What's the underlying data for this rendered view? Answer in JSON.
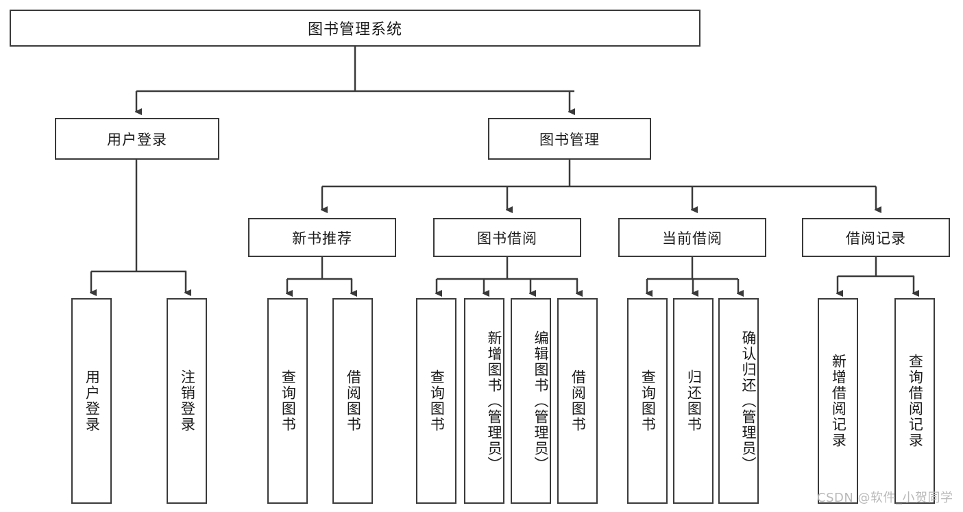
{
  "diagram": {
    "type": "hierarchy-tree",
    "title": "图书管理系统",
    "watermark": "CSDN @软件_小贺同学",
    "accent_color": "#3a3a3a",
    "background_color": "#ffffff",
    "nodes": {
      "root": {
        "label": "图书管理系统"
      },
      "level2": [
        {
          "label": "用户登录"
        },
        {
          "label": "图书管理"
        }
      ],
      "level3": [
        {
          "label": "新书推荐"
        },
        {
          "label": "图书借阅"
        },
        {
          "label": "当前借阅"
        },
        {
          "label": "借阅记录"
        }
      ],
      "leaves": [
        {
          "label": "用户登录",
          "parent": "用户登录"
        },
        {
          "label": "注销登录",
          "parent": "用户登录"
        },
        {
          "label": "查询图书",
          "parent": "新书推荐"
        },
        {
          "label": "借阅图书",
          "parent": "新书推荐"
        },
        {
          "label": "查询图书",
          "parent": "图书借阅"
        },
        {
          "label": "新增图书（管理员）",
          "parent": "图书借阅"
        },
        {
          "label": "编辑图书（管理员）",
          "parent": "图书借阅"
        },
        {
          "label": "借阅图书",
          "parent": "图书借阅"
        },
        {
          "label": "查询图书",
          "parent": "当前借阅"
        },
        {
          "label": "归还图书",
          "parent": "当前借阅"
        },
        {
          "label": "确认归还（管理员）",
          "parent": "当前借阅"
        },
        {
          "label": "新增借阅记录",
          "parent": "借阅记录"
        },
        {
          "label": "查询借阅记录",
          "parent": "借阅记录"
        }
      ]
    }
  }
}
